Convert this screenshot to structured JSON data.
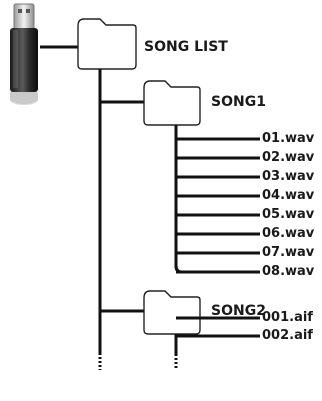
{
  "root": {
    "label": "SONG LIST",
    "icon": "folder-icon"
  },
  "drive": {
    "icon": "usb-flash-drive-icon"
  },
  "folders": [
    {
      "label": "SONG1",
      "icon": "folder-icon",
      "files": [
        "01.wav",
        "02.wav",
        "03.wav",
        "04.wav",
        "05.wav",
        "06.wav",
        "07.wav",
        "08.wav"
      ]
    },
    {
      "label": "SONG2",
      "icon": "folder-icon",
      "files": [
        "001.aif",
        "002.aif"
      ]
    }
  ],
  "colors": {
    "line": "#111111",
    "folder_outline": "#222222",
    "text": "#1a1a1a"
  }
}
